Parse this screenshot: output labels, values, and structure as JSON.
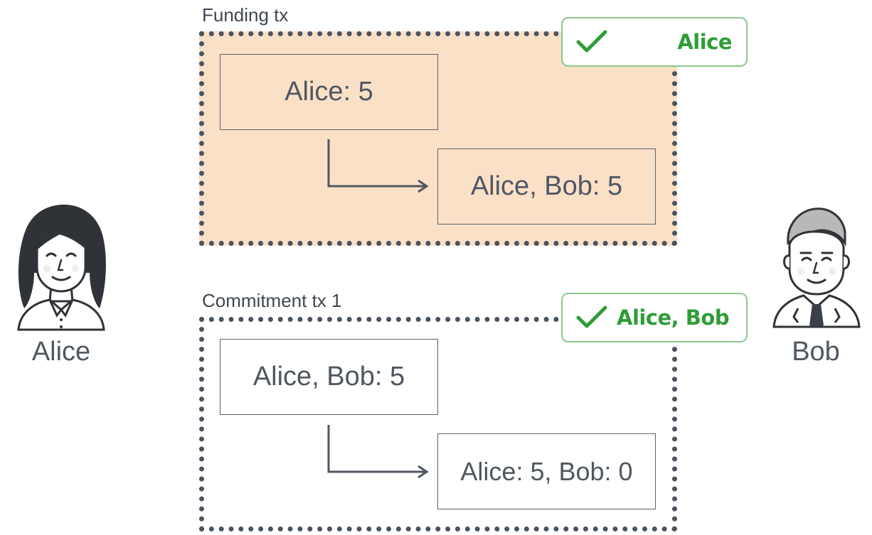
{
  "funding": {
    "label": "Funding tx",
    "input": "Alice: 5",
    "output": "Alice, Bob: 5",
    "signatures": "Alice"
  },
  "commitment": {
    "label": "Commitment tx 1",
    "input": "Alice, Bob: 5",
    "output": "Alice: 5, Bob: 0",
    "signatures": "Alice, Bob"
  },
  "people": {
    "left": "Alice",
    "right": "Bob"
  },
  "colors": {
    "funding_fill": "#fbe0c8",
    "frame": "#4a5360",
    "signature_green": "#2e9d37",
    "badge_border": "#8cc88c"
  },
  "icons": [
    "check-icon",
    "alice-avatar-icon",
    "bob-avatar-icon",
    "arrow-icon"
  ]
}
